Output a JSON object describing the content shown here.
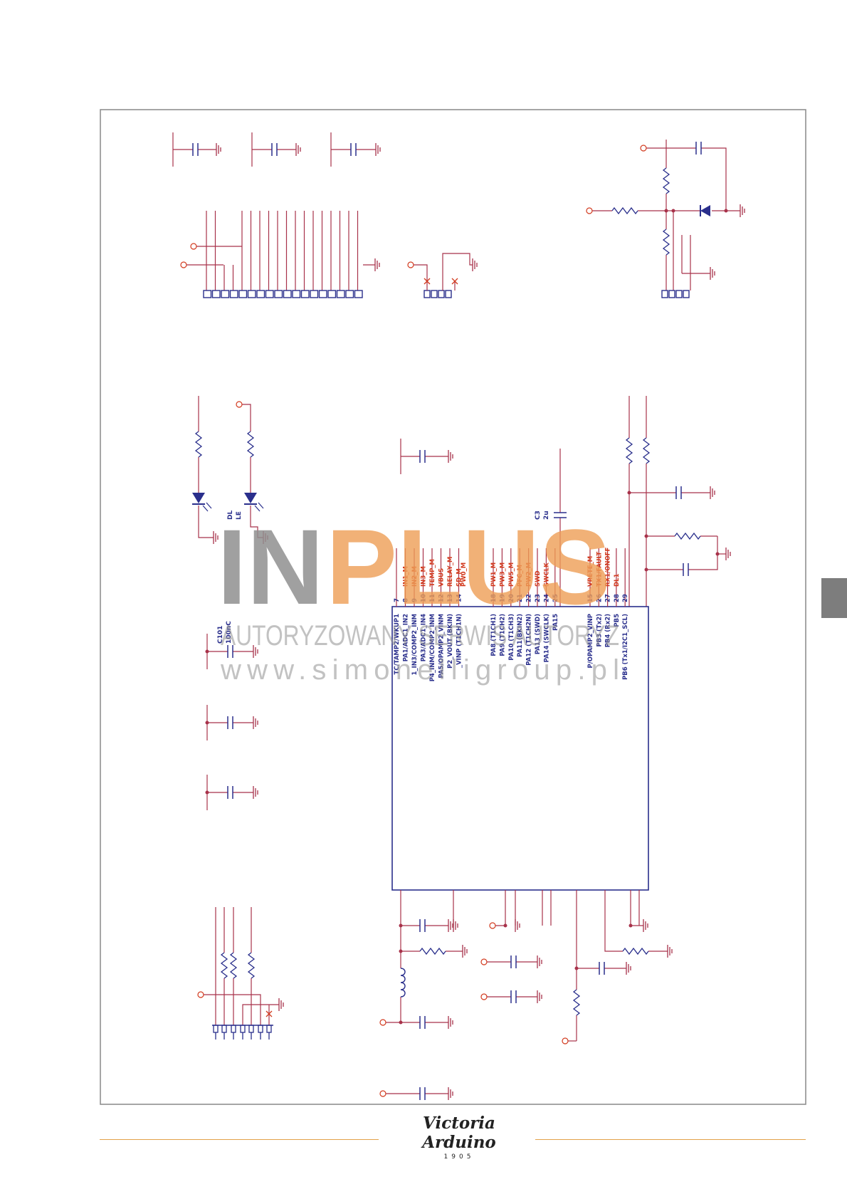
{
  "colors": {
    "wire": "#a8324a",
    "symbol": "#2a2f8c",
    "net_label": "#d23a1e",
    "frame": "#888888",
    "watermark_gray": "#8f8f8f",
    "watermark_orange": "#ee9d55",
    "footer_rule": "#e3a24a"
  },
  "watermark": {
    "logo_left": "IN",
    "logo_right": "PLUS",
    "line1": "AUTORYZOWANY SERWIS AUTORYZ",
    "line2": "www.simonelligroup.pl"
  },
  "components": {
    "c101": {
      "ref": "C101",
      "value": "100nC"
    },
    "c3": {
      "ref": "C3",
      "value": "2u"
    },
    "led": {
      "ref": "DL",
      "ref2": "LE"
    }
  },
  "ic": {
    "pins_left": [
      {
        "num": "7",
        "net": "",
        "func": "TC/TAMP2/WKUP1"
      },
      {
        "num": "8",
        "net": "IN1_M",
        "func": "PA1/ADC1_IN2"
      },
      {
        "num": "9",
        "net": "IN2_M",
        "func": "1_IN3/COMP2_INM"
      },
      {
        "num": "10",
        "net": "IN3_M",
        "func": "PA3/ADC1_IN4"
      },
      {
        "num": "11",
        "net": "TEMP_M",
        "func": "P4_INM/COMP2_INM"
      },
      {
        "num": "12",
        "net": "VBUS",
        "func": "PA5/OPAMP2_VINM"
      },
      {
        "num": "13",
        "net": "RELAY_M",
        "func": "P2_VOUT (BKIN)"
      },
      {
        "num": "14",
        "net": "SD_M",
        "func": "_VINP (T1CH1N)"
      }
    ],
    "extra_net_14": "PW0_M",
    "pins_mid": [
      {
        "num": "18",
        "net": "PW1_M",
        "func": "PA8 (T1CH1)"
      },
      {
        "num": "19",
        "net": "PW3_M",
        "func": "PA9 (T1CH2)"
      },
      {
        "num": "20",
        "net": "PW5_M",
        "func": "PA10 (T1CH3)"
      },
      {
        "num": "21",
        "net": "PFC_M",
        "func": "PA11(BKIN2)"
      },
      {
        "num": "22",
        "net": "PW2_M",
        "func": "PA12 (T1CH2N)"
      },
      {
        "num": "23",
        "net": "SWD",
        "func": "PA13 (SWD)"
      },
      {
        "num": "24",
        "net": "SWCLK",
        "func": "PA14 (SWCLK)"
      },
      {
        "num": "25",
        "net": "",
        "func": "PA15"
      }
    ],
    "pins_right": [
      {
        "num": "15",
        "net": "VRETE_M",
        "func": "P/OPAMP2_VINP"
      },
      {
        "num": "26",
        "net": "TX1/FAULT",
        "func": "PB3 (Tx2)"
      },
      {
        "num": "27",
        "net": "RX1/ONOFF",
        "func": "PB4 (Rx2)"
      },
      {
        "num": "28",
        "net": "DL1",
        "func": "PB5"
      },
      {
        "num": "29",
        "net": "",
        "func": "PB6 (Tx1/I2C1_SCL)"
      }
    ]
  },
  "footer": {
    "brand": "Victoria Arduino",
    "year": "1905"
  }
}
